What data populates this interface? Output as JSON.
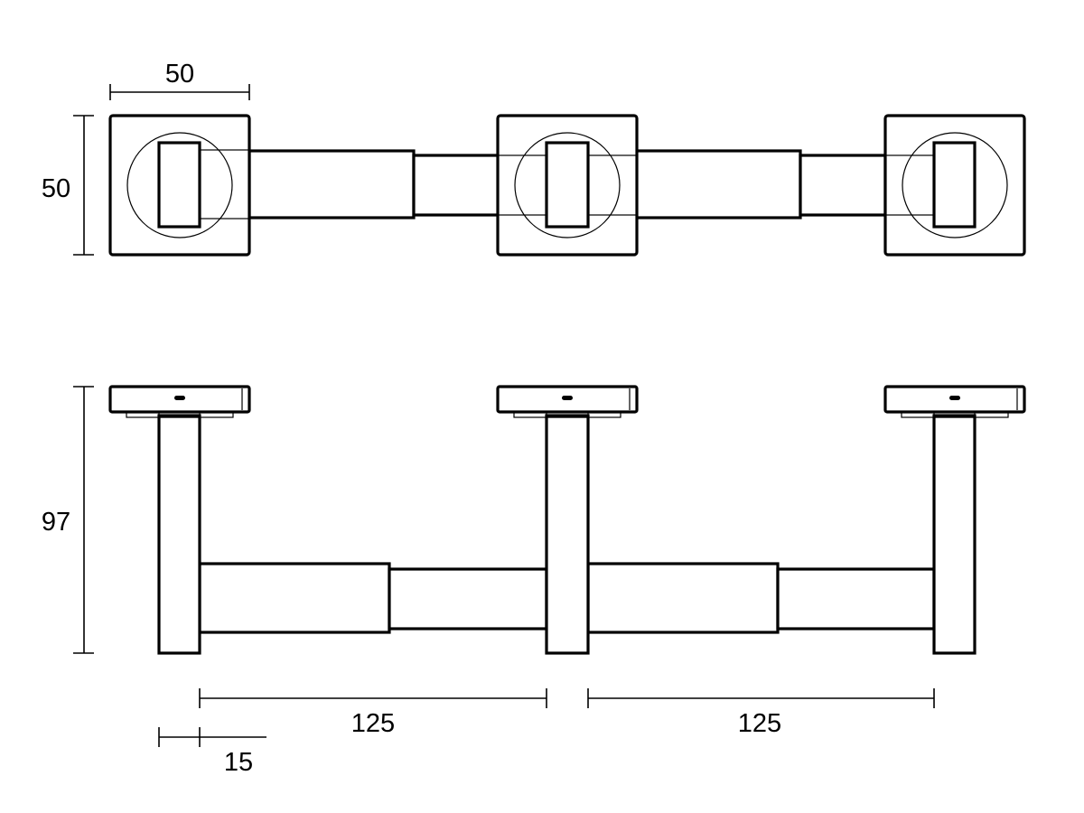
{
  "dimensions": {
    "top_width": "50",
    "top_height": "50",
    "side_height": "97",
    "span_left": "125",
    "span_right": "125",
    "post_width": "15"
  },
  "colors": {
    "line": "#000000",
    "background": "#ffffff"
  }
}
